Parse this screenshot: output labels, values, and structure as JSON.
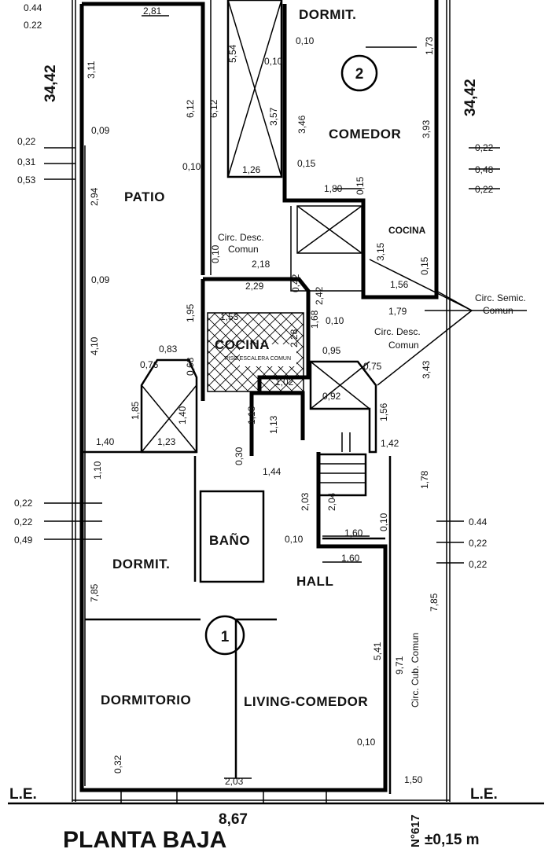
{
  "rooms": {
    "dormit_top": "DORMIT.",
    "comedor": "COMEDOR",
    "patio": "PATIO",
    "cocina_top": "COCINA",
    "circ_desc_comun_left_1": "Circ. Desc.",
    "circ_desc_comun_left_2": "Comun",
    "circ_semic_1": "Circ. Semic.",
    "circ_semic_2": "Comun",
    "circ_desc_comun_right_1": "Circ. Desc.",
    "circ_desc_comun_right_2": "Comun",
    "cocina_mid": "COCINA",
    "cocina_mid_sub": "PISO ESCALERA COMUN",
    "bano": "BAÑO",
    "dormit_left": "DORMIT.",
    "hall": "HALL",
    "dormitorio": "DORMITORIO",
    "living": "LIVING-COMEDOR",
    "circ_cub_comun": "Circ. Cub. Comun"
  },
  "unit_markers": {
    "unit1": "1",
    "unit2": "2"
  },
  "labels": {
    "le_left": "L.E.",
    "le_right": "L.E.",
    "total_width": "8,67",
    "total_length_left": "34,42",
    "total_length_right": "34,42",
    "plan_title": "PLANTA BAJA",
    "level": "±0,15 m",
    "street_number": "N°617"
  },
  "dims": {
    "d_044_top": "0.44",
    "d_022_top": "0.22",
    "d_281": "2,81",
    "d_311": "3,11",
    "d_009_a": "0,09",
    "d_612_a": "6,12",
    "d_612_b": "6,12",
    "d_554": "5,54",
    "d_010_a": "0,10",
    "d_357": "3,57",
    "d_126": "1,26",
    "d_010_b": "0,10",
    "d_010_top": "0,10",
    "d_173": "1,73",
    "d_346": "3,46",
    "d_393": "3,93",
    "d_015_a": "0,15",
    "d_180": "1,80",
    "d_015_b": "0,15",
    "d_022_l1": "0,22",
    "d_031_l": "0,31",
    "d_053_l": "0,53",
    "d_294": "2,94",
    "d_022_r1": "0,22",
    "d_048_r": "0,48",
    "d_022_r2": "0,22",
    "d_218": "2,18",
    "d_010_c": "0,10",
    "d_009_b": "0,09",
    "d_229": "2,29",
    "d_195": "1,95",
    "d_153": "1,53",
    "d_042": "0,42",
    "d_228": "2,28",
    "d_168": "1,68",
    "d_242": "2,42",
    "d_010_d": "0,10",
    "d_095": "0,95",
    "d_179": "1,79",
    "d_156": "1,56",
    "d_315": "3,15",
    "d_015_c": "0,15",
    "d_343": "3,43",
    "d_410": "4,10",
    "d_083": "0,83",
    "d_076": "0,76",
    "d_068": "0,68",
    "d_102": "1,02",
    "d_075": "0,75",
    "d_185": "1,85",
    "d_140_a": "1,40",
    "d_092": "0,92",
    "d_156b": "1,56",
    "d_140_b": "1,40",
    "d_123": "1,23",
    "d_142": "1,42",
    "d_118": "1,18",
    "d_113": "1,13",
    "d_110": "1,10",
    "d_030": "0,30",
    "d_144": "1,44",
    "d_178": "1,78",
    "d_022_l2": "0,22",
    "d_022_l3": "0,22",
    "d_049_l": "0,49",
    "d_203": "2,03",
    "d_204": "2,04",
    "d_160_a": "1,60",
    "d_010_e": "0,10",
    "d_044_r": "0.44",
    "d_022_r3": "0,22",
    "d_022_r4": "0,22",
    "d_010_f": "0,10",
    "d_160_b": "1,60",
    "d_785_l": "7,85",
    "d_785_r": "7,85",
    "d_541": "5,41",
    "d_971": "9,71",
    "d_010_g": "0,10",
    "d_032": "0,32",
    "d_203b": "2,03",
    "d_150": "1,50"
  }
}
